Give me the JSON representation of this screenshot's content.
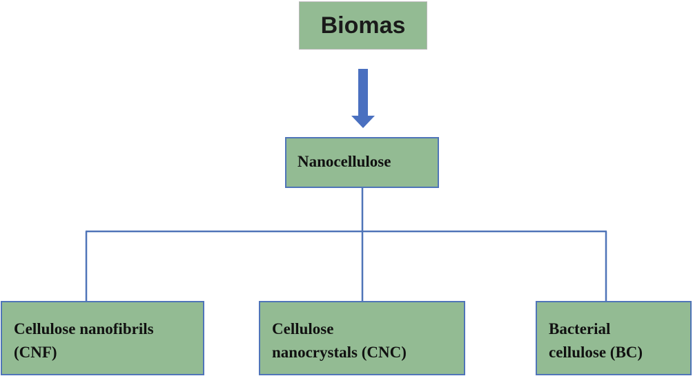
{
  "nodes": {
    "root": {
      "label": "Biomas"
    },
    "middle": {
      "label": "Nanocellulose"
    },
    "children": [
      {
        "label": "Cellulose nanofibrils\n(CNF)"
      },
      {
        "label": "Cellulose\nnanocrystals (CNC)"
      },
      {
        "label": "Bacterial\ncellulose (BC)"
      }
    ]
  },
  "colors": {
    "box_fill": "#93bb93",
    "connector": "#4f74b8",
    "arrow": "#4a70c0"
  }
}
